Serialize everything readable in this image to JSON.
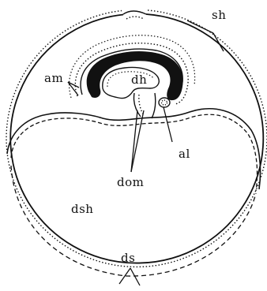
{
  "labels": {
    "sh": "sh",
    "am": "am",
    "dh": "dh",
    "al": "al",
    "dom": "dom",
    "dsh": "dsh",
    "ds": "ds"
  },
  "colors": {
    "ink": "#111111",
    "paper": "#ffffff"
  }
}
